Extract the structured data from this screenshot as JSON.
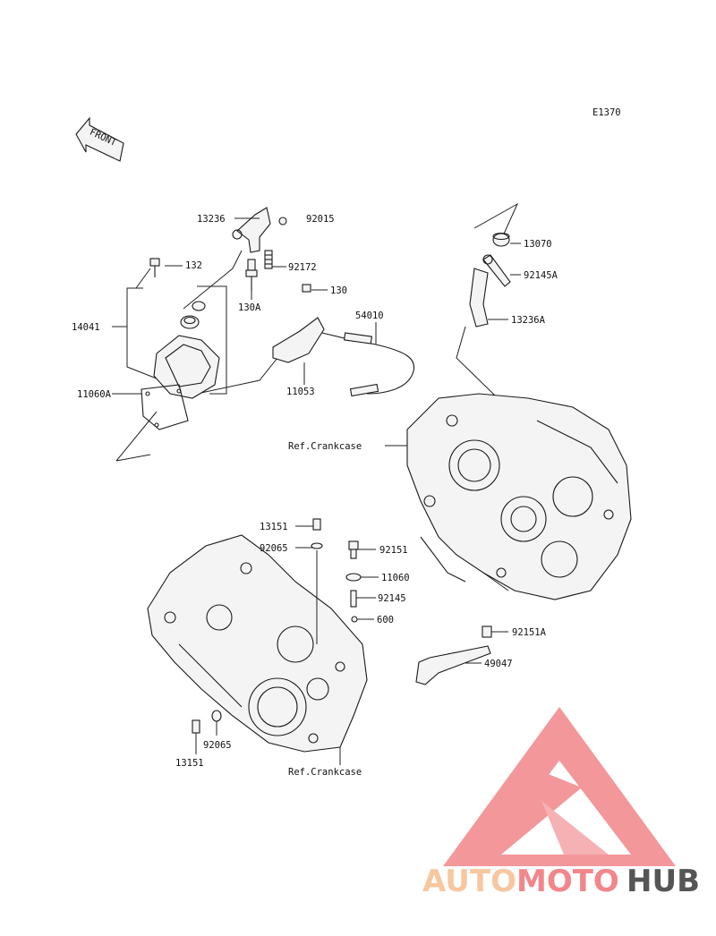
{
  "diagram_code": "E1370",
  "front_label": "FRONT",
  "labels": {
    "p13236": "13236",
    "p92015": "92015",
    "p132": "132",
    "p92172": "92172",
    "p130A": "130A",
    "p130": "130",
    "p54010": "54010",
    "p14041": "14041",
    "p11053": "11053",
    "p11060A": "11060A",
    "p13070": "13070",
    "p92145A": "92145A",
    "p13236A": "13236A",
    "ref_crankcase_top": "Ref.Crankcase",
    "p13151_top": "13151",
    "p92065_top": "92065",
    "p92151": "92151",
    "p11060": "11060",
    "p92145": "92145",
    "p600": "600",
    "p92151A": "92151A",
    "p49047": "49047",
    "p92065_bottom": "92065",
    "p13151_bottom": "13151",
    "ref_crankcase_bottom": "Ref.Crankcase"
  },
  "watermark": {
    "part1": "AUTO",
    "part2": "MOTO",
    "part3": "HUB",
    "color_light": "#f7c7a0",
    "color_mid": "#f2868a",
    "color_dark": "#555555"
  }
}
